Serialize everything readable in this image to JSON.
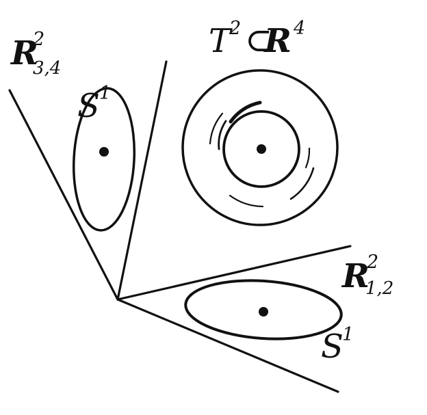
{
  "labels": {
    "r34": {
      "base": "R",
      "sup": "2",
      "sub": "3,4"
    },
    "r12": {
      "base": "R",
      "sup": "2",
      "sub": "1,2"
    },
    "s1_left": {
      "base": "S",
      "sup": "1"
    },
    "s1_bottom": {
      "base": "S",
      "sup": "1"
    },
    "torus": {
      "t": "T",
      "t_sup": "2",
      "subset": "⊂",
      "r": "R",
      "r_sup": "4"
    }
  }
}
